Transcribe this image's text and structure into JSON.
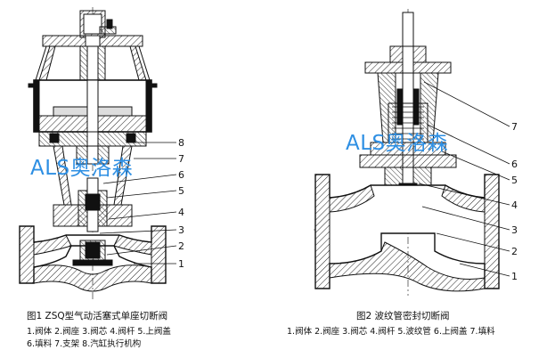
{
  "watermark": "ALS奥洛森",
  "figure1": {
    "caption": "图1  ZSQ型气动活塞式单座切断阀",
    "parts_line1": "1.阀体  2.阀座  3.阀芯  4.阀杆  5.上阀盖",
    "parts_line2": "6.填料  7.支架  8.汽缸执行机构",
    "callouts": [
      "8",
      "7",
      "6",
      "5",
      "4",
      "3",
      "2",
      "1"
    ]
  },
  "figure2": {
    "caption": "图2  波纹管密封切断阀",
    "parts_line1": "1.阀体  2.阀座  3.阀芯  4.阀杆  5.波纹管  6.上阀盖  7.填料",
    "callouts": [
      "7",
      "6",
      "5",
      "4",
      "3",
      "2",
      "1"
    ]
  },
  "colors": {
    "watermark": "#2e8fe3",
    "line": "#111111"
  }
}
